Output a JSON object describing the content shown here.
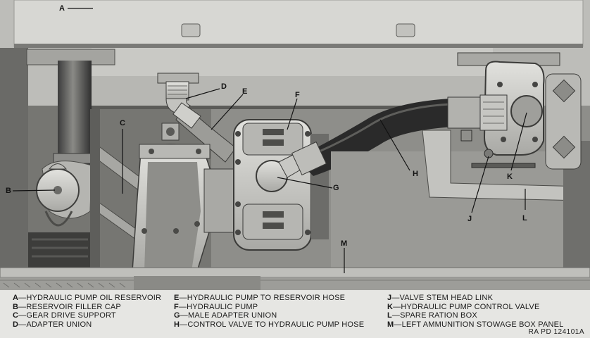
{
  "callouts": [
    "A",
    "B",
    "C",
    "D",
    "E",
    "F",
    "G",
    "H",
    "J",
    "K",
    "L",
    "M"
  ],
  "legend": {
    "columns": [
      [
        {
          "key": "A",
          "text": "HYDRAULIC PUMP OIL RESERVOIR"
        },
        {
          "key": "B",
          "text": "RESERVOIR FILLER CAP"
        },
        {
          "key": "C",
          "text": "GEAR DRIVE SUPPORT"
        },
        {
          "key": "D",
          "text": "ADAPTER UNION"
        }
      ],
      [
        {
          "key": "E",
          "text": "HYDRAULIC PUMP TO RESERVOIR HOSE"
        },
        {
          "key": "F",
          "text": "HYDRAULIC PUMP"
        },
        {
          "key": "G",
          "text": "MALE ADAPTER UNION"
        },
        {
          "key": "H",
          "text": "CONTROL VALVE TO HYDRAULIC PUMP HOSE"
        }
      ],
      [
        {
          "key": "J",
          "text": "VALVE STEM HEAD LINK"
        },
        {
          "key": "K",
          "text": "HYDRAULIC PUMP CONTROL VALVE"
        },
        {
          "key": "L",
          "text": "SPARE RATION BOX"
        },
        {
          "key": "M",
          "text": "LEFT AMMUNITION STOWAGE BOX PANEL"
        }
      ]
    ],
    "separator": "—"
  },
  "figure_number": "RA PD 124101A",
  "colors": {
    "background": "#d9d9d6",
    "metal_light": "#cfcfcb",
    "metal_mid": "#a8a8a4",
    "metal_dark": "#6e6e6b",
    "shadow": "#2e2e2e",
    "hose": "#2b2b2b"
  }
}
